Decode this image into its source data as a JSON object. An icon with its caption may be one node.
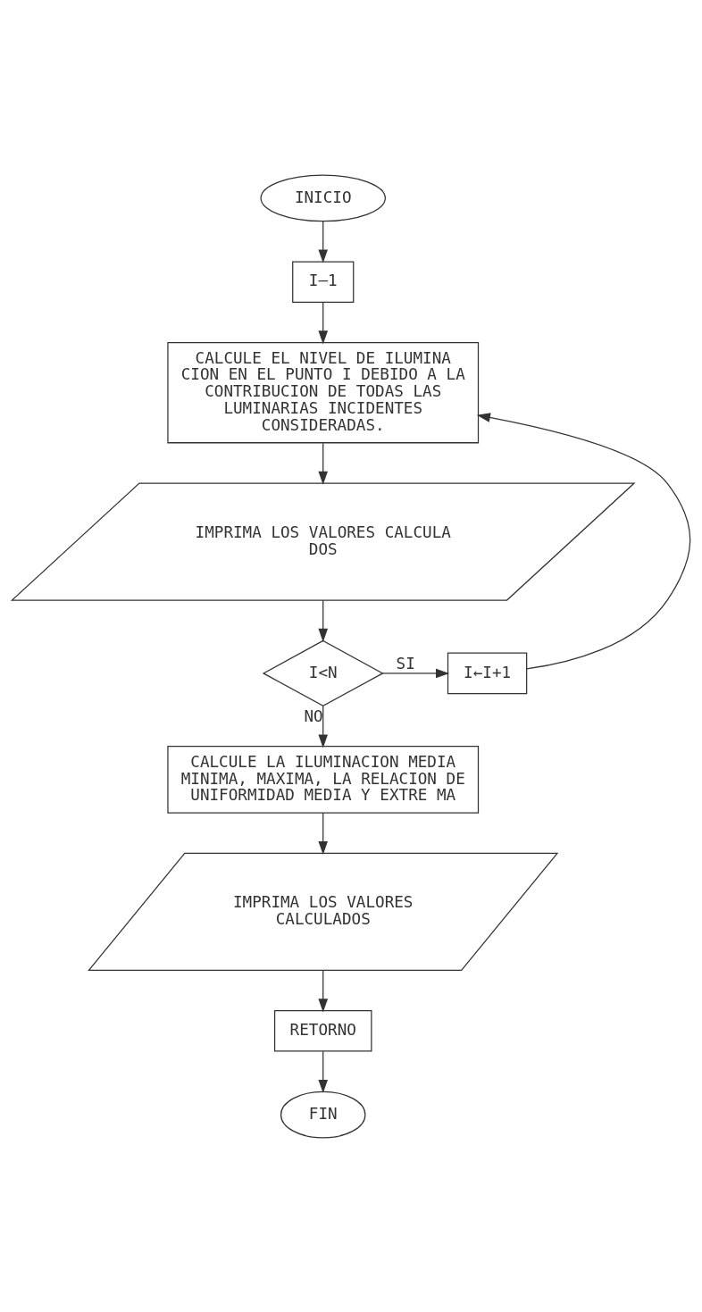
{
  "diagram": {
    "nodes": [
      {
        "text": [
          "INICIO"
        ]
      },
      {
        "text": [
          "I—1"
        ]
      },
      {
        "text": [
          "CALCULE EL NIVEL DE ILUMINA CION EN EL PUNTO I DEBIDO A LA CONTRIBUCION DE TODAS LAS LUMINARIAS INCIDENTES CONSIDERADAS."
        ]
      },
      {
        "text": [
          "IMPRIMA LOS VALORES CALCULA DOS"
        ]
      },
      {
        "text": [
          "I<N"
        ]
      },
      {
        "text": [
          "I←I+1"
        ]
      },
      {
        "text": [
          "CALCULE LA ILUMINACION MEDIA MINIMA, MAXIMA, LA RELACION DE UNIFORMIDAD MEDIA Y EXTRE MA"
        ]
      },
      {
        "text": [
          "IMPRIMA LOS VALORES CALCULADOS"
        ]
      },
      {
        "text": [
          "RETORNO"
        ]
      },
      {
        "text": [
          "FIN"
        ]
      }
    ],
    "edges": [
      {
        "from": 0,
        "to": 1,
        "arrow": "to"
      },
      {
        "from": 1,
        "to": 2,
        "arrow": "to"
      },
      {
        "from": 2,
        "to": 3,
        "arrow": "to"
      },
      {
        "from": 3,
        "to": 4,
        "arrow": "to"
      },
      {
        "from": 4,
        "to": 5,
        "arrow": "to",
        "label": "SI"
      },
      {
        "from": 5,
        "to": 2,
        "arrow": "to"
      },
      {
        "from": 4,
        "to": 6,
        "arrow": "to",
        "label": "NO"
      },
      {
        "from": 6,
        "to": 7,
        "arrow": "to"
      },
      {
        "from": 7,
        "to": 8,
        "arrow": "to"
      },
      {
        "from": 8,
        "to": 9,
        "arrow": "to"
      }
    ]
  }
}
